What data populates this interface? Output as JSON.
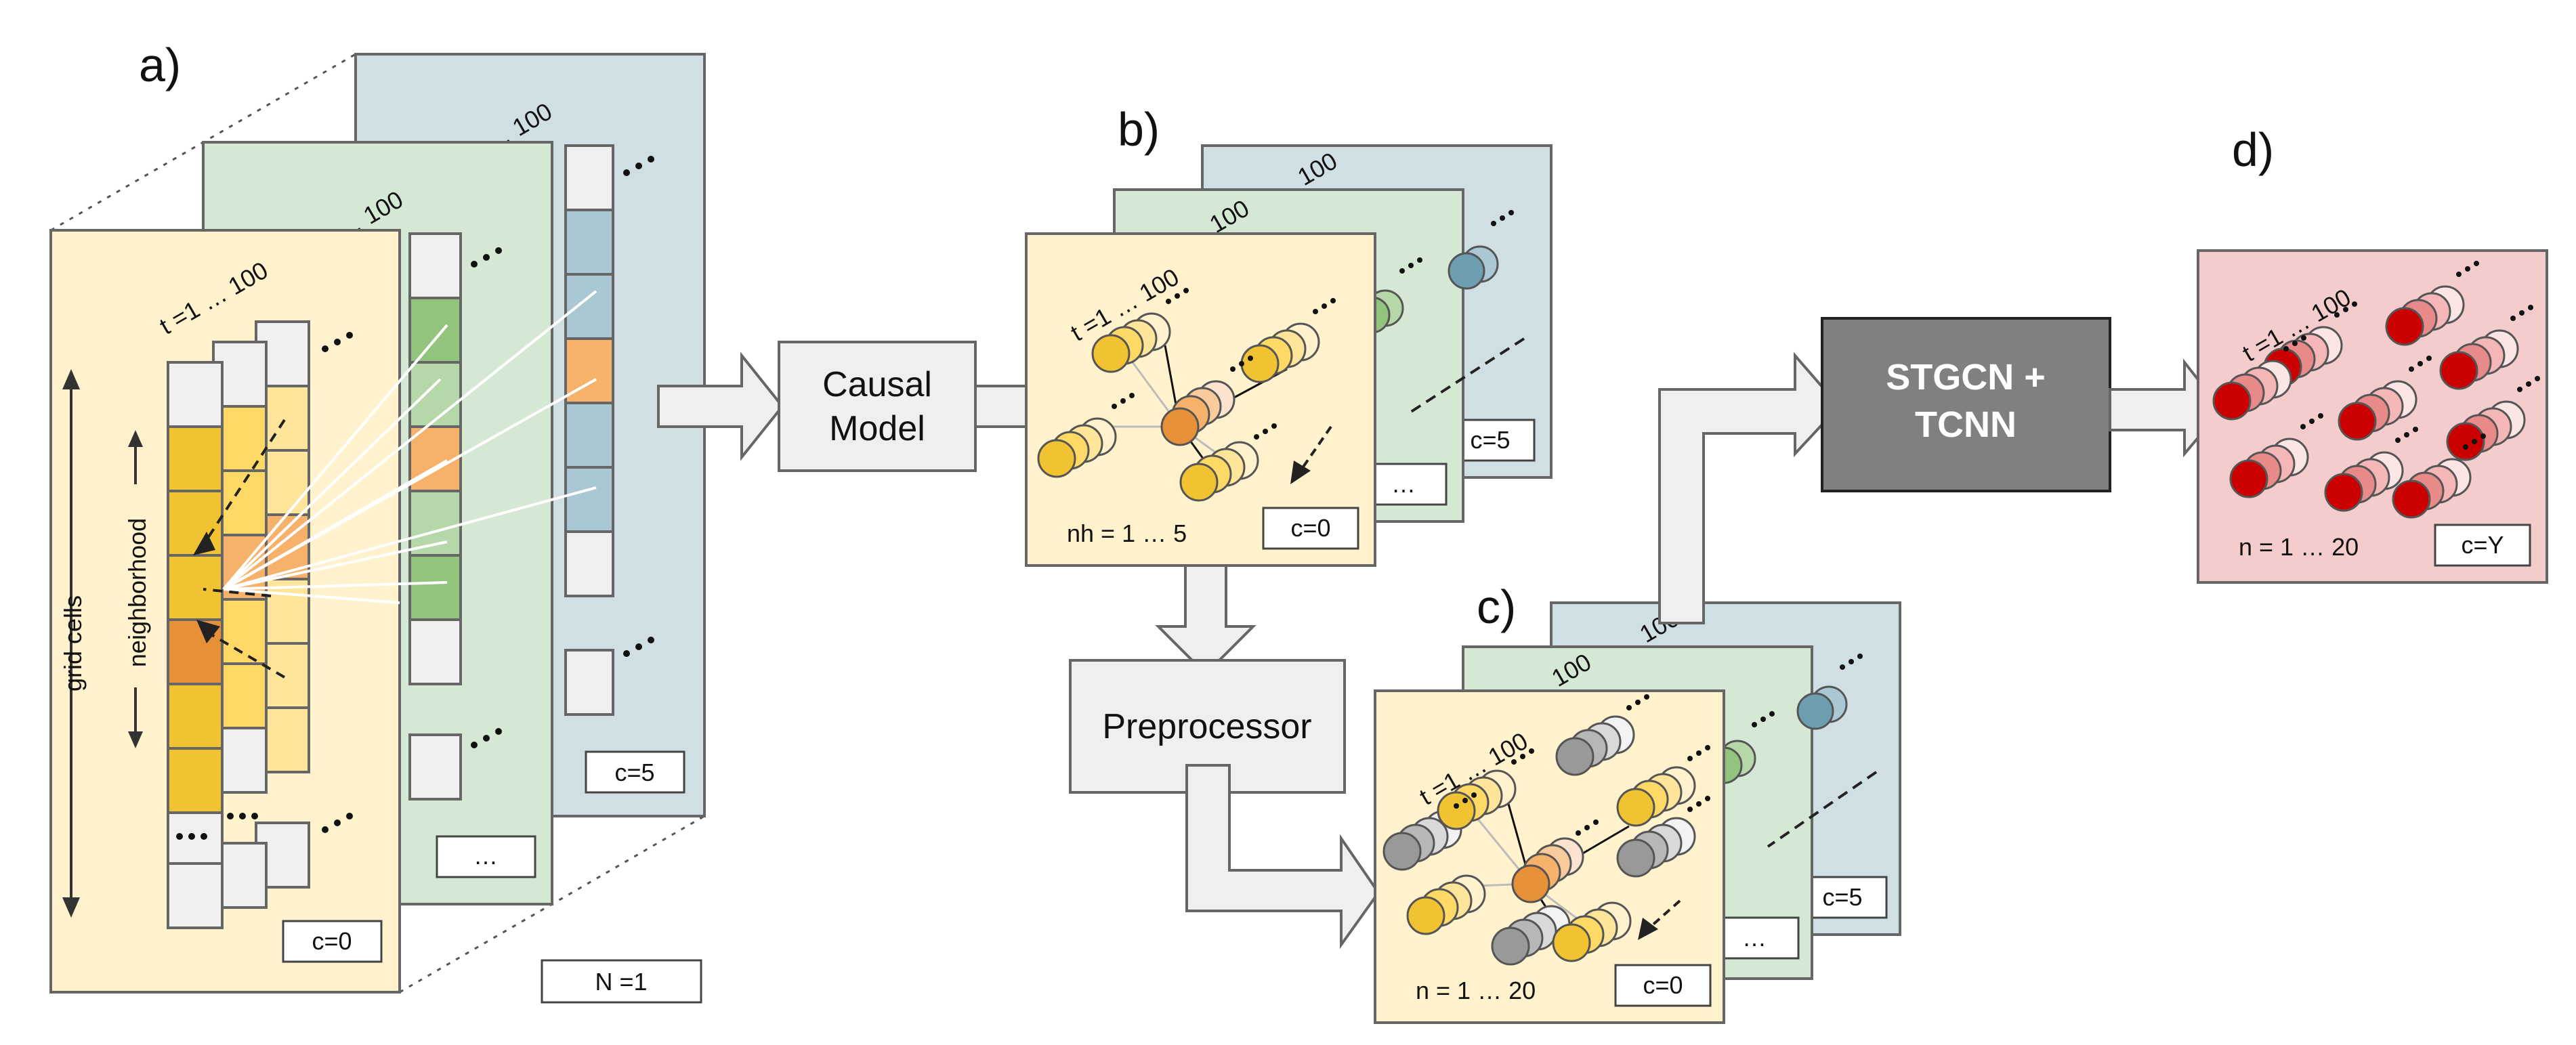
{
  "panels": {
    "a": {
      "label": "a)",
      "time_label": "t =1 … 100",
      "grid_cells_label": "grid cells",
      "neighborhood_label": "neighborhood",
      "channel_front": "c=0",
      "channel_mid": "…",
      "channel_back": "c=5",
      "sample_label": "N =1"
    },
    "b": {
      "label": "b)",
      "time_label": "t =1 … 100",
      "nodes_label": "nh = 1 … 5",
      "channel_front": "c=0",
      "channel_mid": "…",
      "channel_back": "c=5"
    },
    "c": {
      "label": "c)",
      "time_label": "t =1 … 100",
      "nodes_label": "n = 1 … 20",
      "channel_front": "c=0",
      "channel_mid": "…",
      "channel_back": "c=5"
    },
    "d": {
      "label": "d)",
      "time_label": "t =1 … 100",
      "nodes_label": "n = 1 … 20",
      "channel": "c=Y"
    }
  },
  "boxes": {
    "causal_model_line1": "Causal",
    "causal_model_line2": "Model",
    "preprocessor": "Preprocessor",
    "stgcn_line1": "STGCN +",
    "stgcn_line2": "TCNN"
  },
  "back_layer_labels": {
    "time_partial": "1 … 100",
    "time_partial_short": "100"
  },
  "colors": {
    "yellow_panel": "#fff2cc",
    "green_panel": "#d5e8d4",
    "blue_panel": "#cfdfe3",
    "red_panel": "#f4cccc",
    "dark_box": "#808080",
    "light_box": "#efefef",
    "node_yellow": "#f1c232",
    "node_orange": "#e69138",
    "node_grey": "#999999",
    "node_red": "#cc0000"
  }
}
